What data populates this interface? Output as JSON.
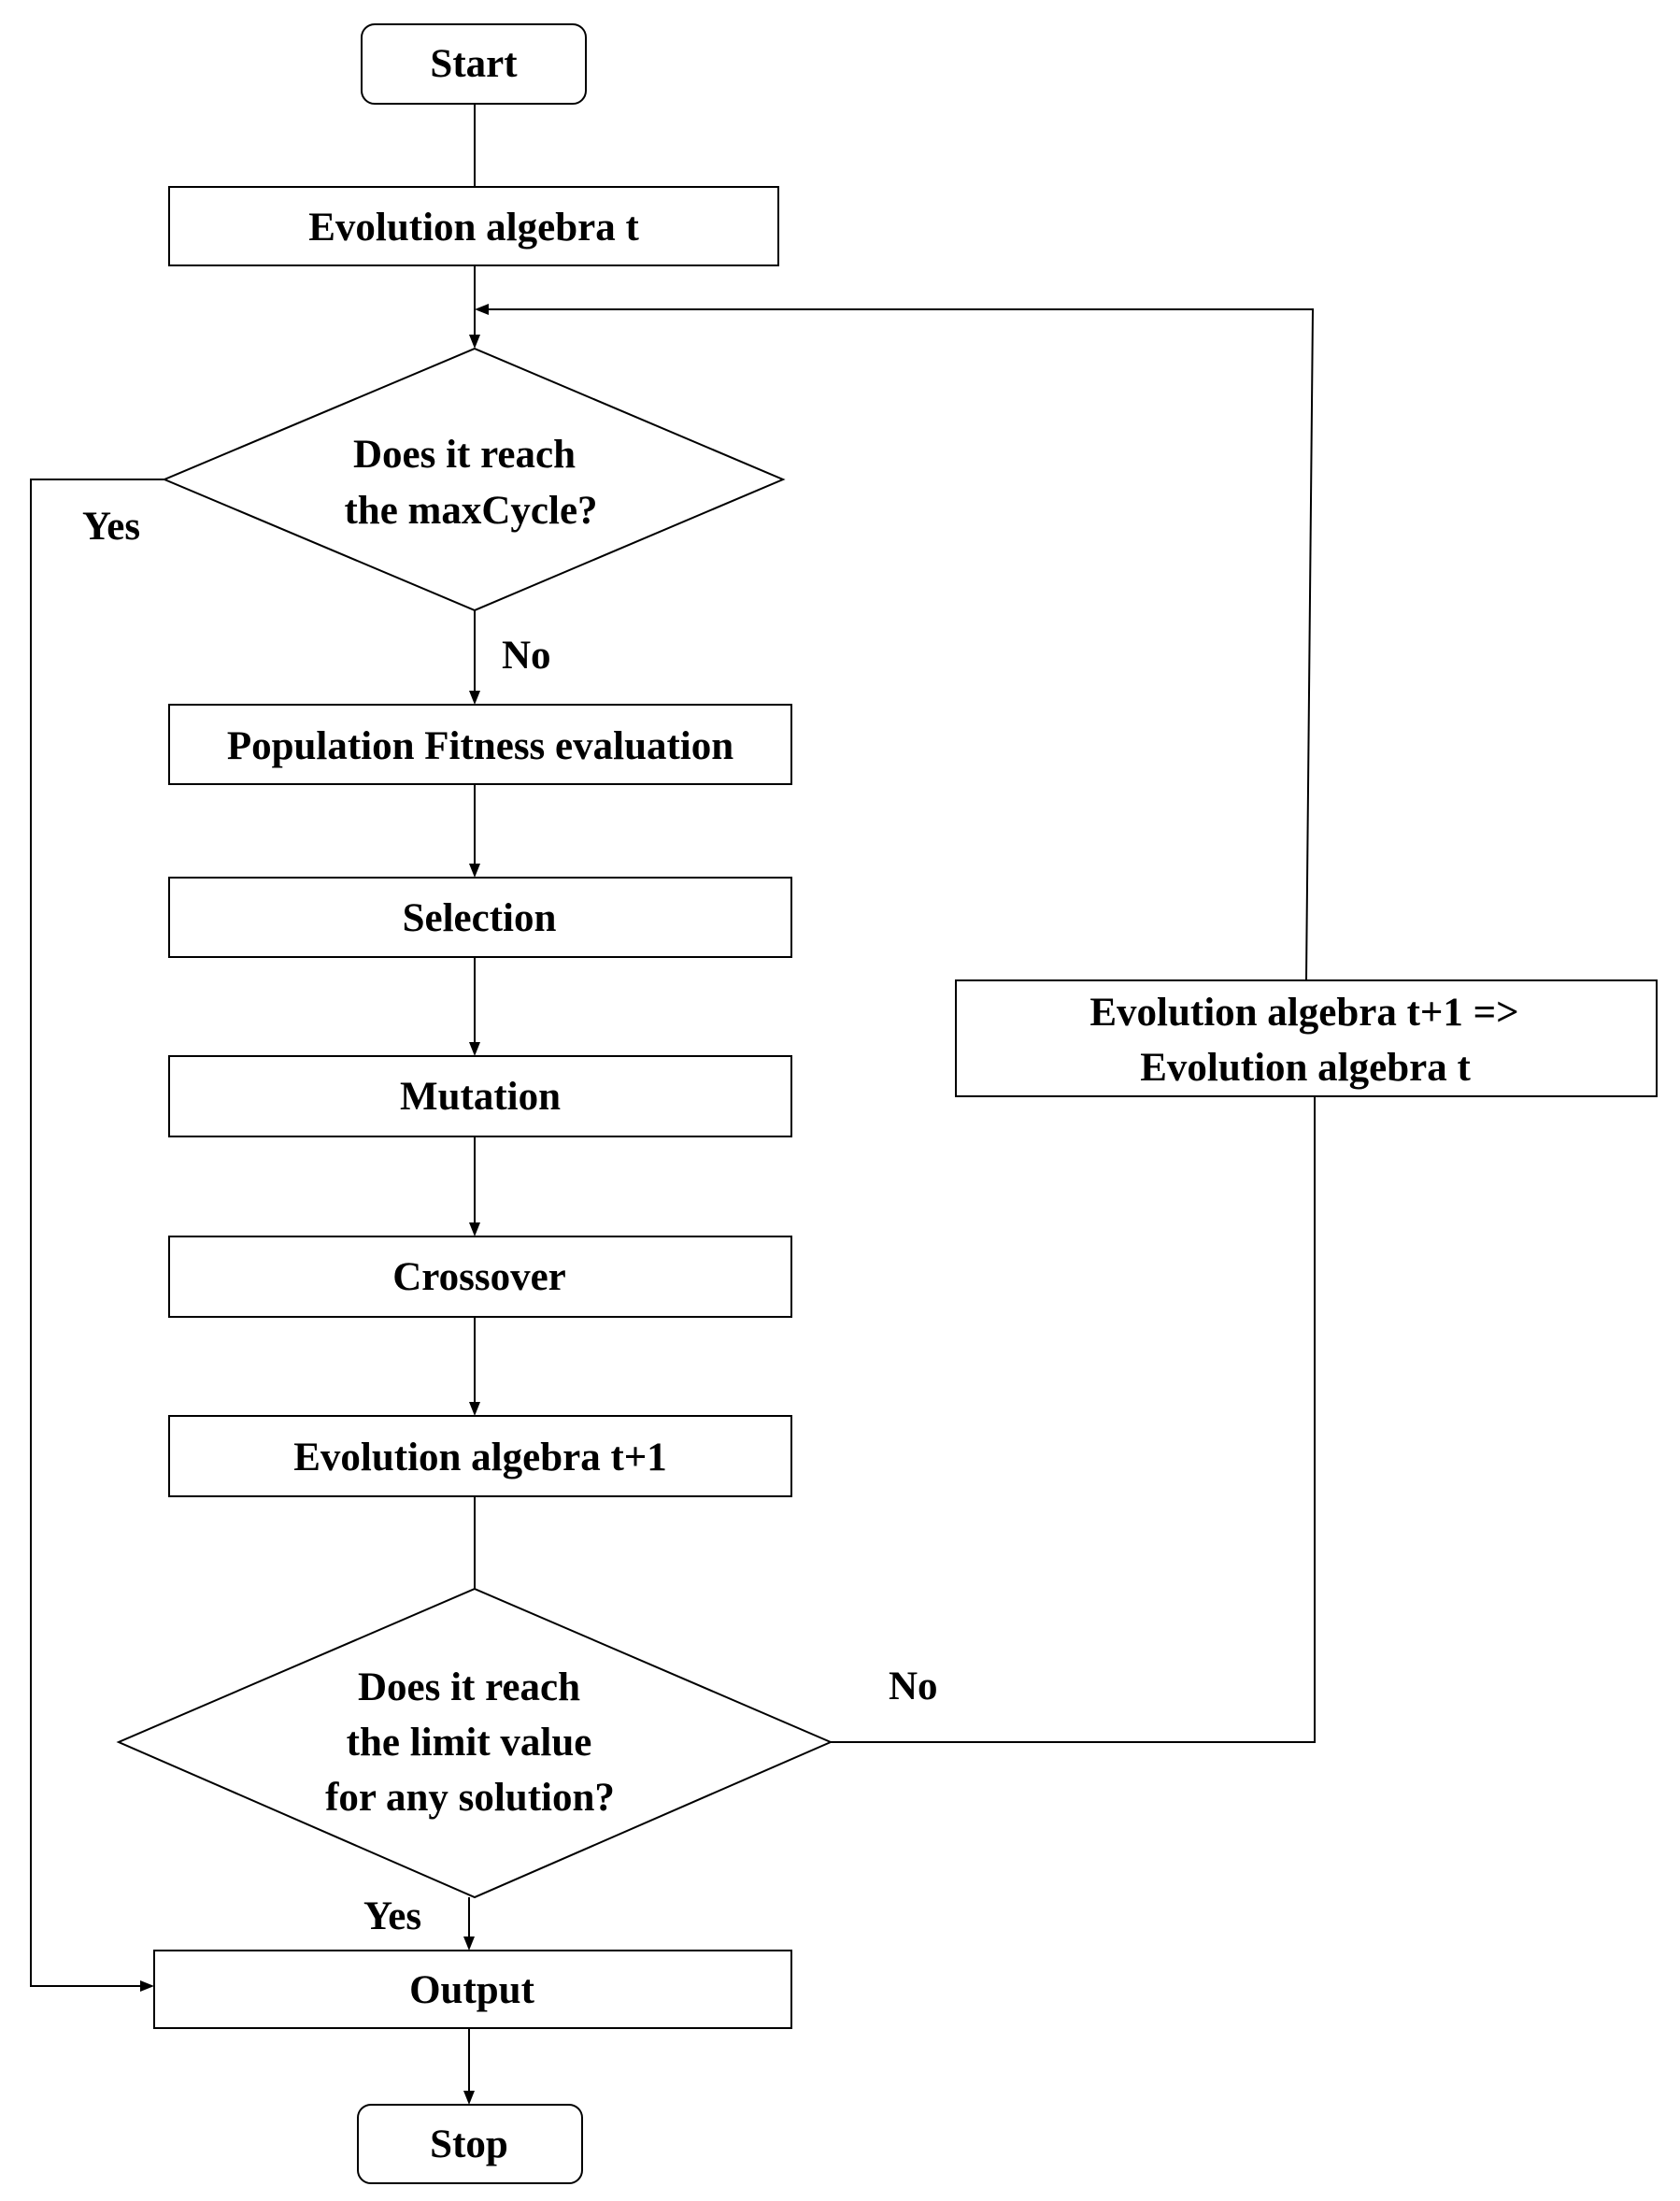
{
  "flowchart": {
    "nodes": {
      "start": {
        "lines": [
          "Start"
        ],
        "shape": "rounded-rect"
      },
      "evolution_t": {
        "lines": [
          "Evolution algebra t"
        ],
        "shape": "rect"
      },
      "max_cycle": {
        "lines": [
          "Does it reach",
          "the maxCycle?"
        ],
        "shape": "diamond"
      },
      "fitness": {
        "lines": [
          "Population Fitness evaluation"
        ],
        "shape": "rect"
      },
      "selection": {
        "lines": [
          "Selection"
        ],
        "shape": "rect"
      },
      "mutation": {
        "lines": [
          "Mutation"
        ],
        "shape": "rect"
      },
      "crossover": {
        "lines": [
          "Crossover"
        ],
        "shape": "rect"
      },
      "evolution_t1": {
        "lines": [
          "Evolution algebra t+1"
        ],
        "shape": "rect"
      },
      "limit": {
        "lines": [
          "Does it reach",
          "the limit value",
          "for any solution?"
        ],
        "shape": "diamond"
      },
      "update": {
        "lines": [
          "Evolution algebra t+1 =>",
          "Evolution algebra t"
        ],
        "shape": "rect"
      },
      "output": {
        "lines": [
          "Output"
        ],
        "shape": "rect"
      },
      "stop": {
        "lines": [
          "Stop"
        ],
        "shape": "rounded-rect"
      }
    },
    "edge_labels": {
      "max_cycle_yes": "Yes",
      "max_cycle_no": "No",
      "limit_no": "No",
      "limit_yes": "Yes"
    },
    "edges": [
      {
        "from": "start",
        "to": "evolution_t"
      },
      {
        "from": "evolution_t",
        "to": "max_cycle"
      },
      {
        "from": "max_cycle",
        "to": "fitness",
        "label": "No"
      },
      {
        "from": "max_cycle",
        "to": "output",
        "label": "Yes"
      },
      {
        "from": "fitness",
        "to": "selection"
      },
      {
        "from": "selection",
        "to": "mutation"
      },
      {
        "from": "mutation",
        "to": "crossover"
      },
      {
        "from": "crossover",
        "to": "evolution_t1"
      },
      {
        "from": "evolution_t1",
        "to": "limit"
      },
      {
        "from": "limit",
        "to": "update",
        "label": "No"
      },
      {
        "from": "update",
        "to": "max_cycle"
      },
      {
        "from": "limit",
        "to": "output",
        "label": "Yes"
      },
      {
        "from": "output",
        "to": "stop"
      }
    ]
  }
}
